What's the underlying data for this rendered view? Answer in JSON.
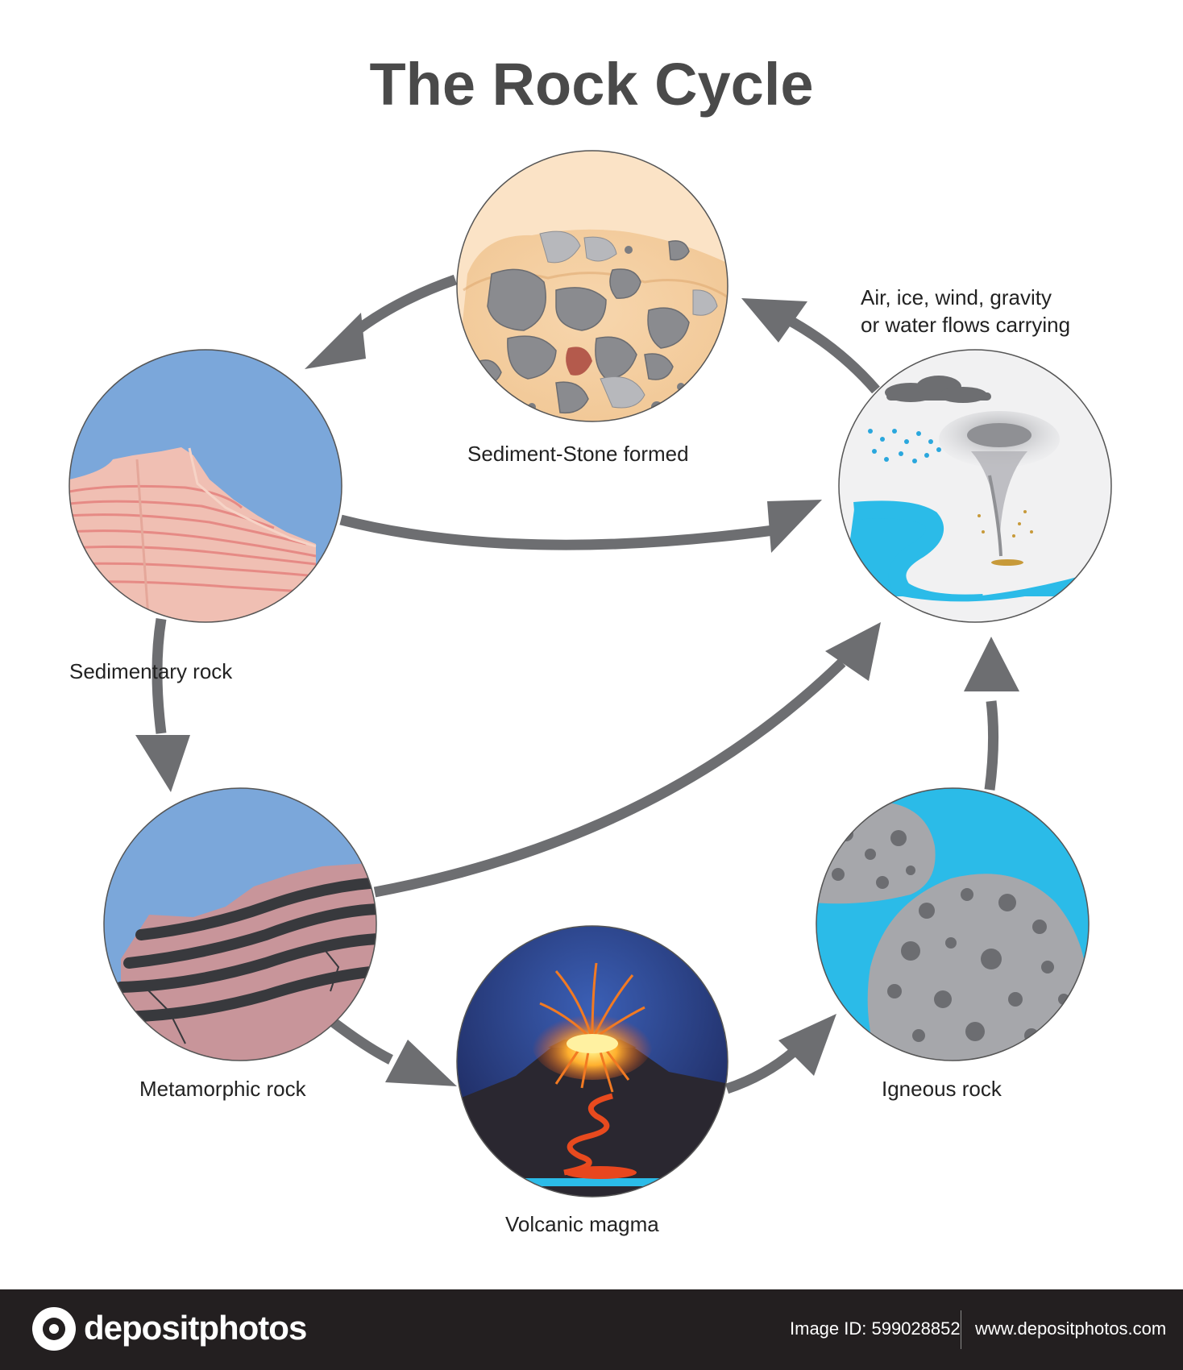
{
  "title": "The Rock Cycle",
  "stages": {
    "sediment": "Sediment-Stone formed",
    "weathering": "Air, ice, wind, gravity\nor water flows carrying",
    "weathering_line1": "Air, ice, wind, gravity",
    "weathering_line2": "or water flows carrying",
    "sedimentary": "Sedimentary rock",
    "metamorphic": "Metamorphic rock",
    "volcanic": "Volcanic magma",
    "igneous": "Igneous rock"
  },
  "footer": {
    "brand": "depositphotos",
    "image_id": "Image ID: 599028852",
    "website": "www.depositphotos.com"
  },
  "colors": {
    "arrow": "#6d6e71",
    "title": "#4a4a4a",
    "sky": "#7ba7da",
    "water": "#2bbbe8",
    "footer": "#231f20"
  }
}
